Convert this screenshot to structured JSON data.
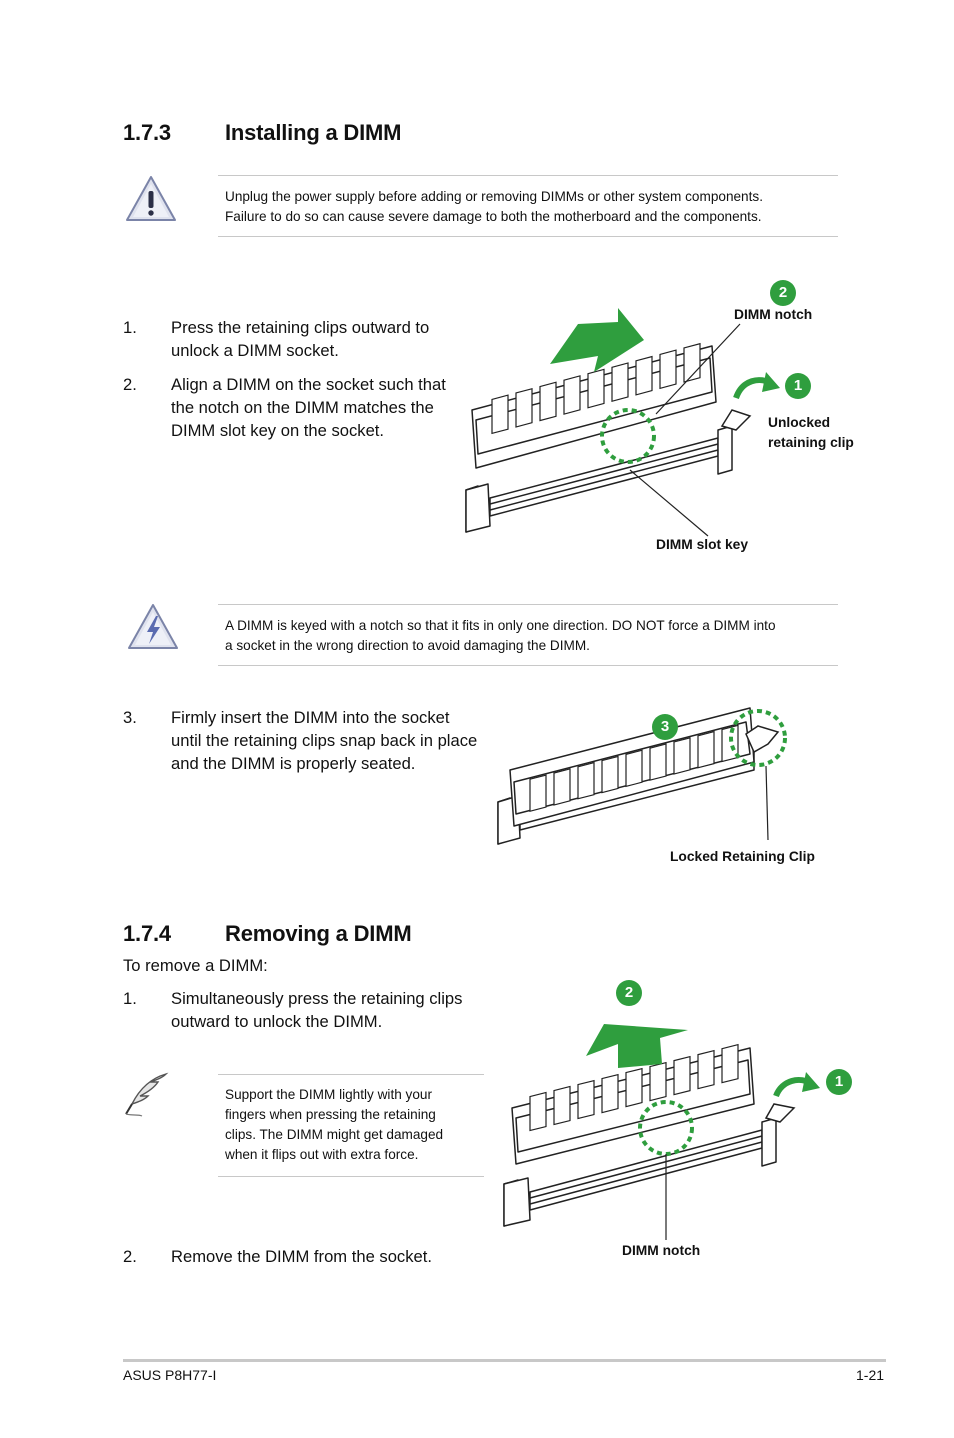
{
  "section_173": {
    "number": "1.7.3",
    "title": "Installing a DIMM"
  },
  "warning_note": {
    "icon": "warning-icon",
    "lines": [
      "Unplug the power supply before adding or removing DIMMs or other system components.",
      "Failure to do so can cause severe damage to both the motherboard and the components."
    ]
  },
  "install_steps": [
    {
      "num": "1.",
      "lines": [
        "Press the retaining clips outward to",
        "unlock a DIMM socket."
      ]
    },
    {
      "num": "2.",
      "lines": [
        "Align a DIMM on the socket such that",
        "the notch on the DIMM matches the",
        "DIMM slot key on the socket."
      ]
    },
    {
      "num": "3.",
      "lines": [
        "Firmly insert the DIMM into the socket",
        "until the retaining clips snap back in place",
        "and the DIMM is properly seated."
      ]
    }
  ],
  "figure1": {
    "badge1": "1",
    "badge2": "2",
    "dimm_notch": "DIMM notch",
    "unlocked_clip": [
      "Unlocked",
      "retaining clip"
    ],
    "slot_key": "DIMM slot key",
    "accent": "#2f9e3e"
  },
  "caution_note": {
    "icon": "caution-icon",
    "lines": [
      "A DIMM is keyed with a notch so that it fits in only one direction. DO NOT force a DIMM into",
      "a socket in the wrong direction to avoid damaging the DIMM."
    ]
  },
  "figure2": {
    "badge3": "3",
    "locked_clip": "Locked Retaining Clip"
  },
  "section_174": {
    "number": "1.7.4",
    "title": "Removing a DIMM"
  },
  "remove_intro": "To remove a DIMM:",
  "remove_steps": [
    {
      "num": "1.",
      "lines": [
        "Simultaneously press the retaining clips",
        "outward to unlock the DIMM."
      ]
    },
    {
      "num": "2.",
      "lines": [
        "Remove the DIMM from the socket."
      ]
    }
  ],
  "support_note": {
    "icon": "feather-pen-icon",
    "lines": [
      "Support the DIMM lightly with your",
      "fingers when pressing the retaining",
      "clips. The DIMM might get damaged",
      "when it flips out with extra force."
    ]
  },
  "figure3": {
    "badge1": "1",
    "badge2": "2",
    "dimm_notch": "DIMM notch"
  },
  "footer": {
    "left": "ASUS P8H77-I",
    "right": "1-21"
  }
}
